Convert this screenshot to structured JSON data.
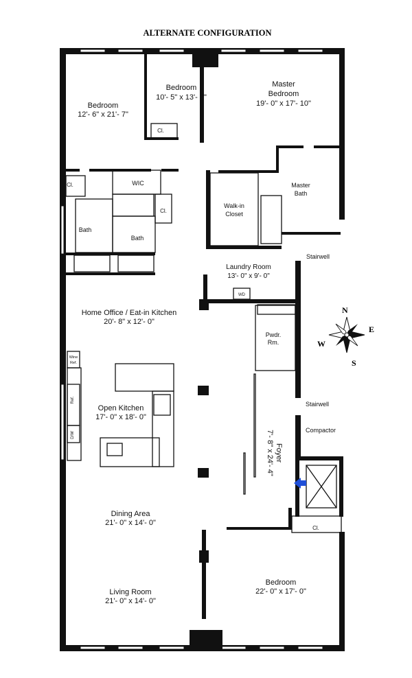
{
  "title": "ALTERNATE CONFIGURATION",
  "rooms": {
    "bedroom_nw": {
      "name": "Bedroom",
      "dims": "12'- 6\" x 21'- 7\""
    },
    "bedroom_n": {
      "name": "Bedroom",
      "dims": "10'- 5\" x 13'- 2\""
    },
    "master_bedroom": {
      "name_line1": "Master",
      "name_line2": "Bedroom",
      "dims": "19'- 0\" x 17'- 10\""
    },
    "master_bath": {
      "name_line1": "Master",
      "name_line2": "Bath"
    },
    "walkin_closet": {
      "name_line1": "Walk-in",
      "name_line2": "Closet"
    },
    "wic": {
      "name": "WIC"
    },
    "closet_a": {
      "name": "Cl."
    },
    "closet_b": {
      "name": "Cl."
    },
    "closet_c": {
      "name": "Cl."
    },
    "closet_d": {
      "name": "Cl."
    },
    "bath_a": {
      "name": "Bath"
    },
    "bath_b": {
      "name": "Bath"
    },
    "laundry": {
      "name": "Laundry Room",
      "dims": "13'- 0\" x 9'- 0\""
    },
    "washer_dryer": {
      "name": "WD"
    },
    "home_office": {
      "name": "Home Office / Eat-in Kitchen",
      "dims": "20'- 8\" x 12'- 0\""
    },
    "powder_room": {
      "name_line1": "Pwdr.",
      "name_line2": "Rm."
    },
    "open_kitchen": {
      "name": "Open Kitchen",
      "dims": "17'- 0\" x 18'- 0\""
    },
    "wine_ref": {
      "line1": "Wine",
      "line2": "Ref."
    },
    "ref": {
      "name": "Ref."
    },
    "dw": {
      "name": "D/W"
    },
    "stairwell_a": {
      "name": "Stairwell"
    },
    "stairwell_b": {
      "name": "Stairwell"
    },
    "compactor": {
      "name": "Compactor"
    },
    "foyer": {
      "name": "Foyer",
      "dims": "7'- 8\" x 24'- 4\""
    },
    "dining": {
      "name": "Dining Area",
      "dims": "21'- 0\" x 14'- 0\""
    },
    "living": {
      "name": "Living Room",
      "dims": "21'- 0\" x 14'- 0\""
    },
    "bedroom_se": {
      "name": "Bedroom",
      "dims": "22'- 0\" x 17'- 0\""
    }
  },
  "compass": {
    "n": "N",
    "e": "E",
    "s": "S",
    "w": "W"
  },
  "colors": {
    "wall": "#111111",
    "entry_arrow": "#1f4fd8",
    "background": "#ffffff"
  }
}
